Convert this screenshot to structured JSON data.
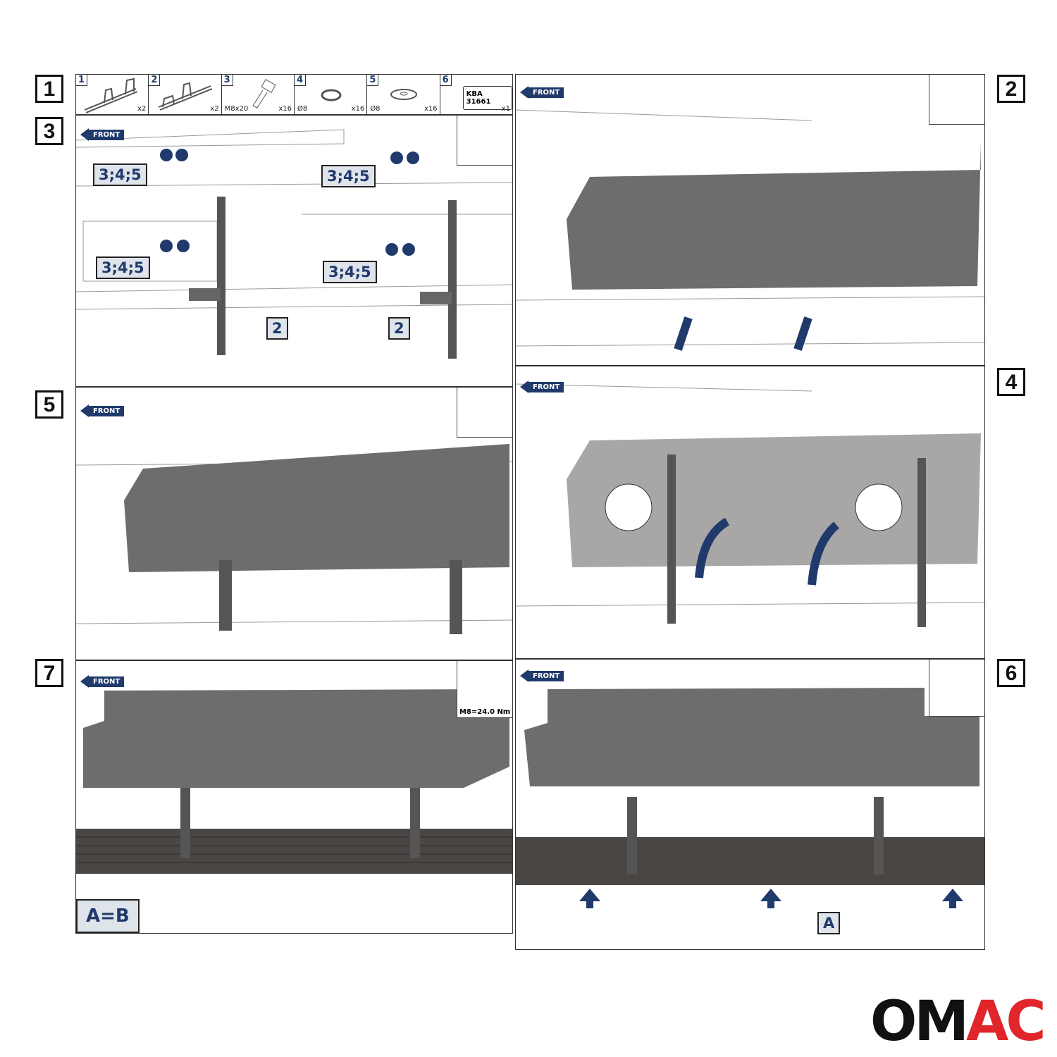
{
  "steps": [
    "1",
    "2",
    "3",
    "4",
    "5",
    "6",
    "7"
  ],
  "parts": [
    {
      "num": "1",
      "size": "",
      "qty": "x2",
      "icon": "bracket-left"
    },
    {
      "num": "2",
      "size": "",
      "qty": "x2",
      "icon": "bracket-right"
    },
    {
      "num": "3",
      "size": "M8x20",
      "qty": "x16",
      "icon": "bolt"
    },
    {
      "num": "4",
      "size": "Ø8",
      "qty": "x16",
      "icon": "spring-washer"
    },
    {
      "num": "5",
      "size": "Ø8",
      "qty": "x16",
      "icon": "flat-washer"
    },
    {
      "num": "6",
      "size": "",
      "qty": "x1",
      "label": "KBA 31661"
    }
  ],
  "front_label": "FRONT",
  "fastener_label": "3;4;5",
  "bracket_label": "2",
  "torque": "M8=24.0 Nm",
  "point_label": "A",
  "equality": "A=B",
  "brand": {
    "o": "O",
    "m": "M",
    "a": "A",
    "c": "C",
    "dark": "#111111",
    "red": "#e0252b"
  },
  "colors": {
    "accent": "#1f3a6b",
    "shield": "#6f6d6b"
  }
}
